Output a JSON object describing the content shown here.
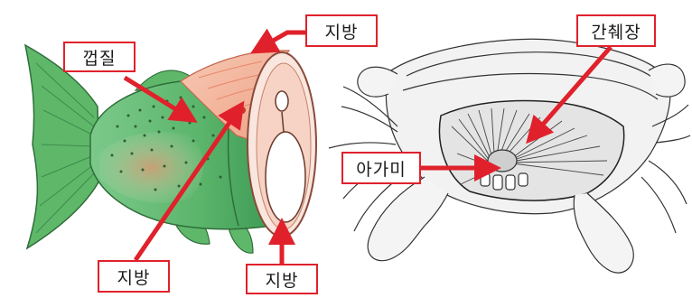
{
  "fish": {
    "labels": {
      "skin": "껍질",
      "fat_top": "지방",
      "fat_bottom_left": "지방",
      "fat_bottom_right": "지방"
    }
  },
  "crab": {
    "labels": {
      "hepatopancreas": "간췌장",
      "gills": "아가미"
    }
  },
  "colors": {
    "arrow": "#e0212b",
    "label_border": "#e0212b",
    "fish_green": "#5fb86a",
    "salmon_flesh": "#f3b9a2"
  }
}
